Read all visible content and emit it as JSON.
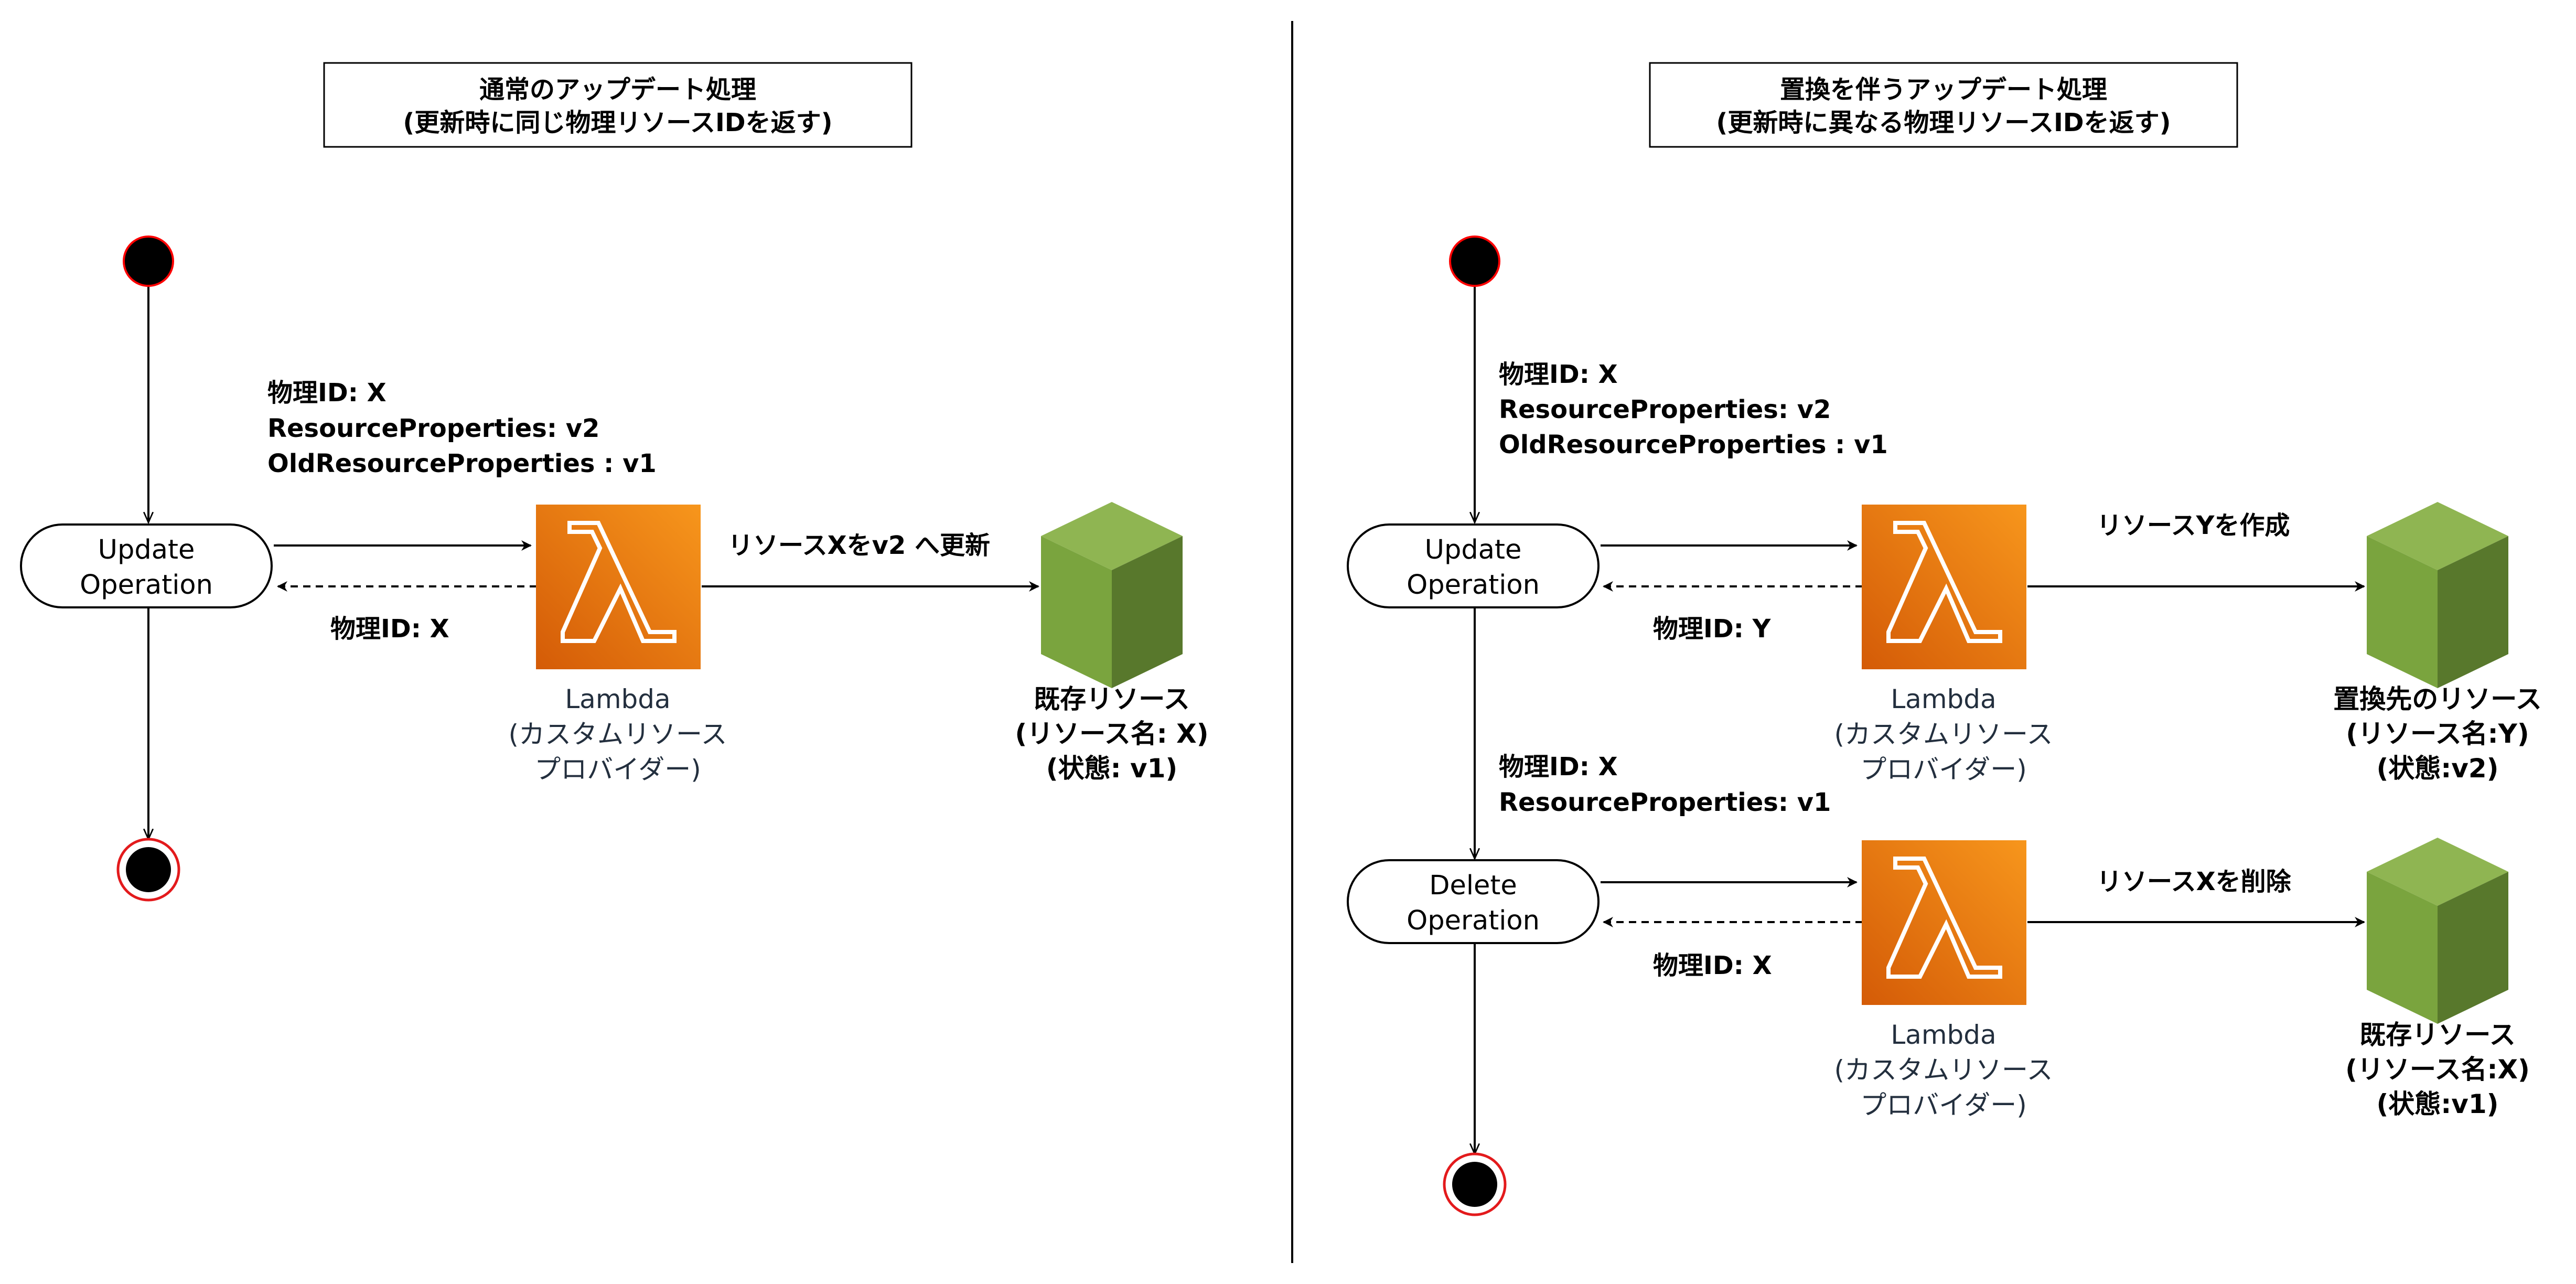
{
  "left_panel": {
    "title_line1": "通常のアップデート処理",
    "title_line2": "(更新時に同じ物理リソースIDを返す)",
    "request_line1": "物理ID: X",
    "request_line2": "ResourceProperties: v2",
    "request_line3": "OldResourceProperties : v1",
    "update_node_line1": "Update",
    "update_node_line2": "Operation",
    "response_label": "物理ID: X",
    "lambda_line1": "Lambda",
    "lambda_line2": "(カスタムリソース",
    "lambda_line3": "プロバイダー)",
    "action_label": "リソースXをv2 へ更新",
    "resource_line1": "既存リソース",
    "resource_line2": "(リソース名: X)",
    "resource_line3": "(状態: v1)"
  },
  "right_panel": {
    "title_line1": "置換を伴うアップデート処理",
    "title_line2": "(更新時に異なる物理リソースIDを返す)",
    "update_request_line1": "物理ID: X",
    "update_request_line2": "ResourceProperties: v2",
    "update_request_line3": "OldResourceProperties : v1",
    "update_node_line1": "Update",
    "update_node_line2": "Operation",
    "update_response_label": "物理ID: Y",
    "lambda1_line1": "Lambda",
    "lambda1_line2": "(カスタムリソース",
    "lambda1_line3": "プロバイダー)",
    "create_label": "リソースYを作成",
    "new_resource_line1": "置換先のリソース",
    "new_resource_line2": "(リソース名:Y)",
    "new_resource_line3": "(状態:v2)",
    "delete_request_line1": "物理ID: X",
    "delete_request_line2": "ResourceProperties: v1",
    "delete_node_line1": "Delete",
    "delete_node_line2": "Operation",
    "delete_response_label": "物理ID: X",
    "lambda2_line1": "Lambda",
    "lambda2_line2": "(カスタムリソース",
    "lambda2_line3": "プロバイダー)",
    "delete_label": "リソースXを削除",
    "old_resource_line1": "既存リソース",
    "old_resource_line2": "(リソース名:X)",
    "old_resource_line3": "(状態:v1)"
  },
  "colors": {
    "lambda_gradient_top": "#f7961c",
    "lambda_gradient_bottom": "#d45b07",
    "resource_light": "#7aa43e",
    "resource_dark": "#58782c",
    "resource_top": "#8fb552",
    "final_node_ring": "#e31a1c"
  },
  "icons": {
    "lambda": "lambda-icon",
    "resource": "cube-icon"
  }
}
